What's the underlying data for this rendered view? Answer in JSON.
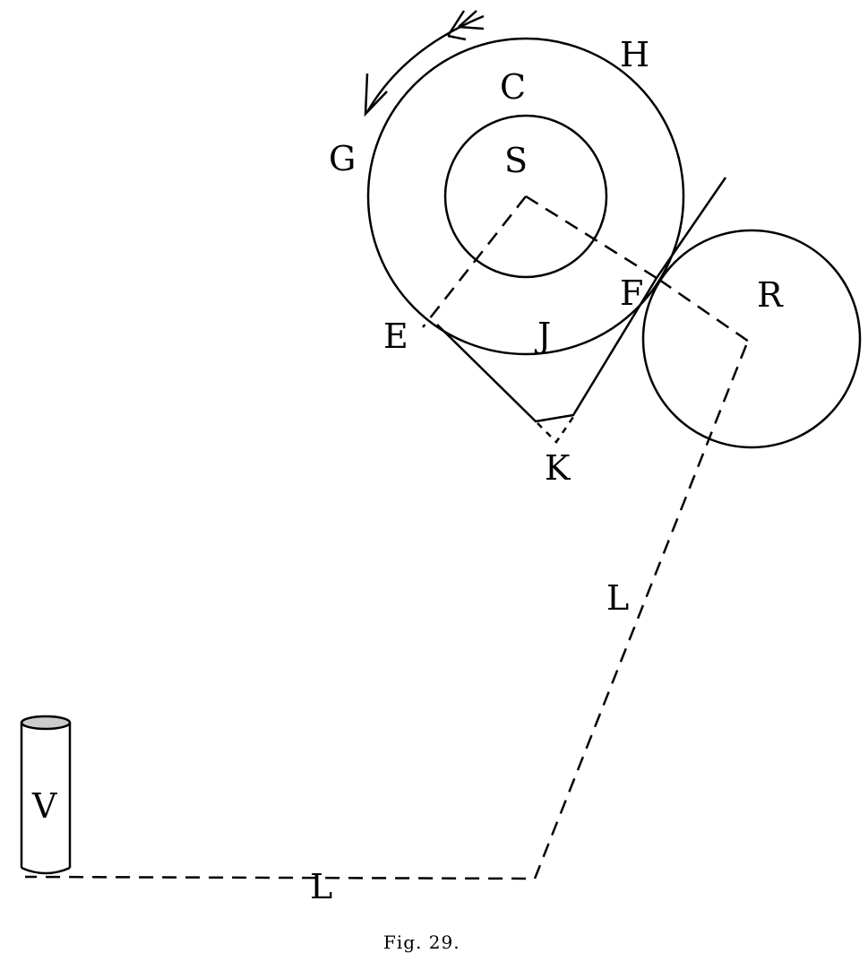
{
  "labels": {
    "C": "C",
    "S": "S",
    "H": "H",
    "G": "G",
    "E": "E",
    "F": "F",
    "J": "J",
    "K": "K",
    "R": "R",
    "L1": "L",
    "L2": "L",
    "V": "V"
  },
  "caption": "Fig. 29.",
  "colors": {
    "ink": "#000000",
    "background": "#ffffff"
  }
}
